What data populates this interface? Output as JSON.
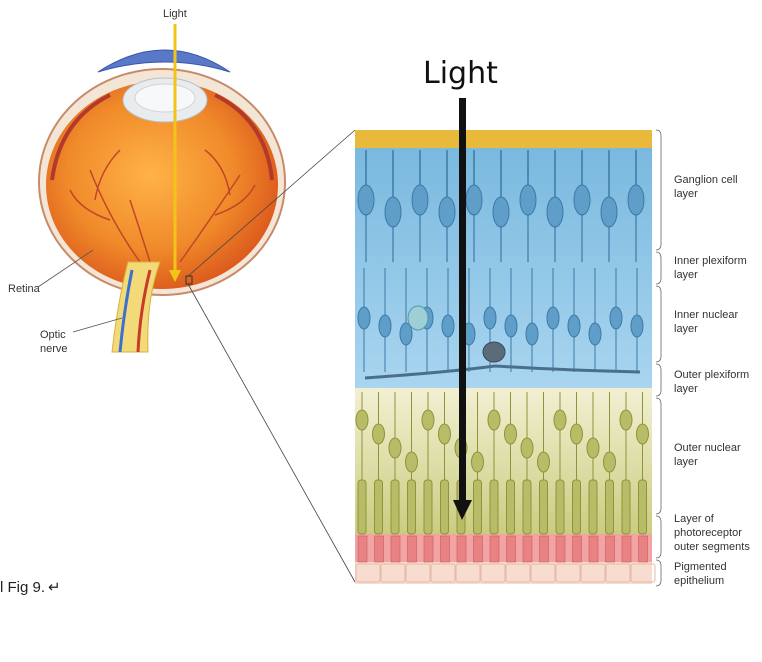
{
  "eye": {
    "light_label": "Light",
    "retina_label": "Retina",
    "optic_nerve_label": "Optic\nnerve",
    "fig_caption": "l Fig 9. ↵"
  },
  "detail": {
    "light_label": "Light",
    "layers": [
      {
        "label": "Ganglion cell\nlayer"
      },
      {
        "label": "Inner plexiform\nlayer"
      },
      {
        "label": "Inner nuclear\nlayer"
      },
      {
        "label": "Outer plexiform\nlayer"
      },
      {
        "label": "Outer nuclear\nlayer"
      },
      {
        "label": "Layer of\nphotoreceptor\nouter segments"
      },
      {
        "label": "Pigmented\nepithelium"
      }
    ]
  },
  "colors": {
    "arrow_yellow": "#f2c41a",
    "ganglion_blue": "#8ec6e6",
    "outer_nuclear_green": "#d9dc9a",
    "outer_segment_pink": "#f2a3a3",
    "eye_orange": "#f08a2a"
  }
}
